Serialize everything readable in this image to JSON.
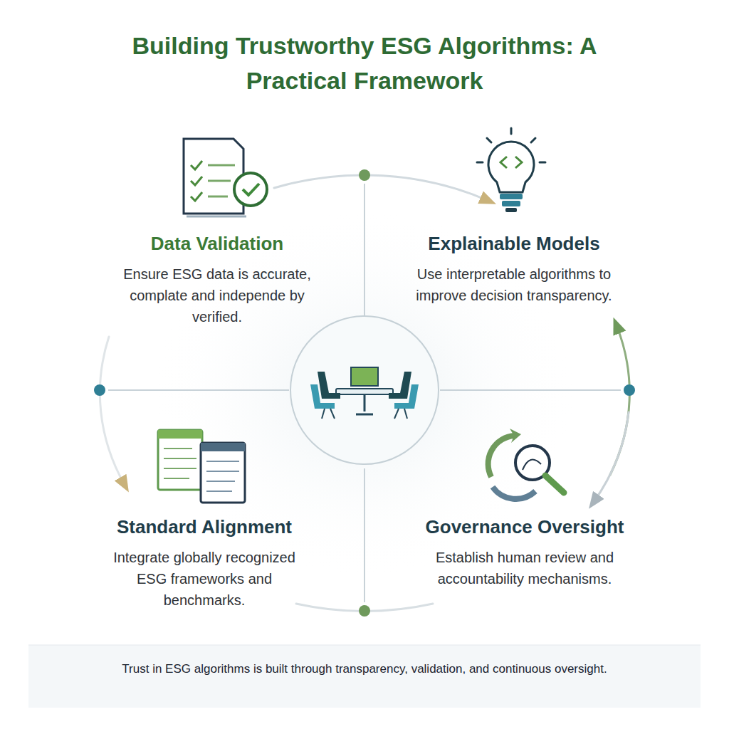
{
  "diagram": {
    "title": "Building Trustworthy ESG Algorithms: A Practical Framework",
    "caption": "Trust in ESG algorithms is built through transparency, validation, and continuous oversight.",
    "nodes": [
      {
        "text": [
          "Data Validation",
          "Ensure ESG data is accurate, complate and independe by verified."
        ]
      },
      {
        "text": [
          "Explainable Models",
          "Use interpretable algorithms to improve decision transparency."
        ]
      },
      {
        "text": [
          "Standard Alignment",
          "Integrate globally recognized ESG frameworks and benchmarks."
        ]
      },
      {
        "text": [
          "Governance Oversight",
          "Establish human review and accountability mechanisms."
        ]
      }
    ]
  }
}
